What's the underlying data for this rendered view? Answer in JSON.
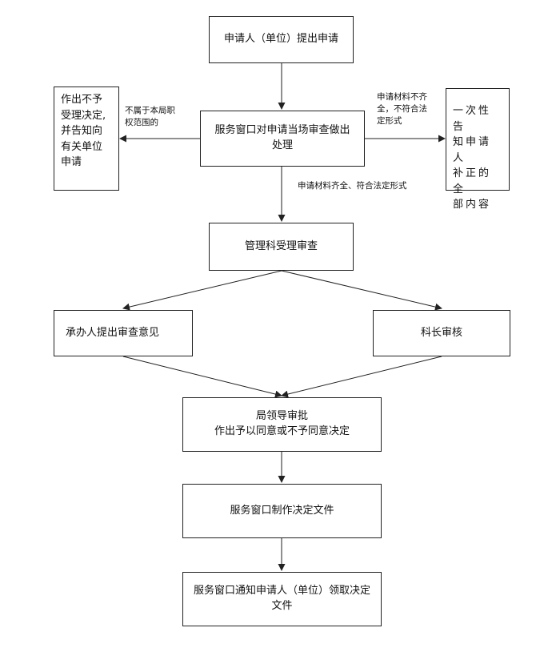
{
  "nodes": {
    "apply": "申请人（单位）提出申请",
    "window_review": [
      "服务窗口对申请当场审查做出",
      "处理"
    ],
    "not_accept": [
      "作出不予",
      "受理决定,",
      "并告知向",
      "有关单位",
      "申请"
    ],
    "notify_supplement": [
      "一次性告",
      "知申请人",
      "补正的全",
      "部内容"
    ],
    "dept_review": "管理科受理审查",
    "handler_opinion": "承办人提出审查意见",
    "chief_review": "科长审核",
    "leader_approve": [
      "局领导审批",
      "作出予以同意或不予同意决定"
    ],
    "make_decision": "服务窗口制作决定文件",
    "notify_collect": [
      "服务窗口通知申请人（单位）领取决定",
      "文件"
    ]
  },
  "edge_labels": {
    "out_of_scope": [
      "不属于本局职",
      "权范围的"
    ],
    "incomplete": [
      "申请材料不齐",
      "全，不符合法",
      "定形式"
    ],
    "complete": "申请材料齐全、符合法定形式"
  }
}
